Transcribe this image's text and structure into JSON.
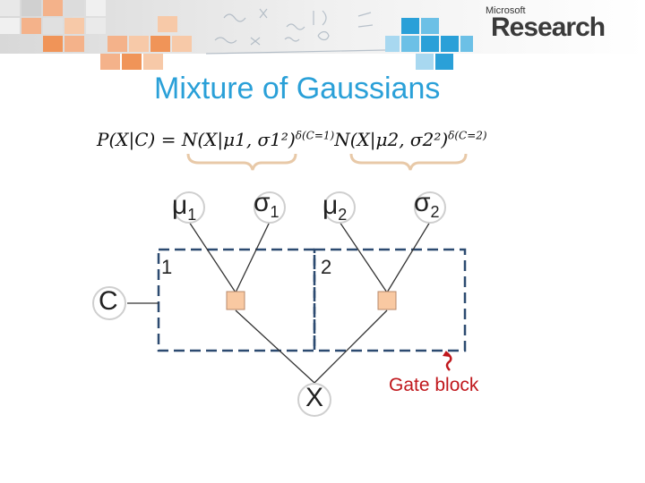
{
  "slide": {
    "title": "Mixture of Gaussians",
    "brand_small": "Microsoft",
    "brand_big": "Research"
  },
  "formula": {
    "lhs": "P(X|C) = ",
    "term1": "N(X|μ1, σ1²)",
    "exp1": "δ(C=1)",
    "term2": "N(X|μ2, σ2²)",
    "exp2": "δ(C=2)"
  },
  "nodes": {
    "mu1": {
      "symbol": "μ",
      "sub": "1"
    },
    "sigma1": {
      "symbol": "σ",
      "sub": "1"
    },
    "mu2": {
      "symbol": "μ",
      "sub": "2"
    },
    "sigma2": {
      "symbol": "σ",
      "sub": "2"
    },
    "c": "C",
    "x": "X"
  },
  "plates": {
    "left": "1",
    "right": "2"
  },
  "annotation": "Gate block",
  "colors": {
    "title": "#2aa0d8",
    "factor_fill": "#f9c9a2",
    "factor_stroke": "#b8896b",
    "plate_stroke": "#2c4a70",
    "brace": "#e8c9a8",
    "annotation": "#c0171c",
    "node_stroke": "#cfcfcf"
  }
}
